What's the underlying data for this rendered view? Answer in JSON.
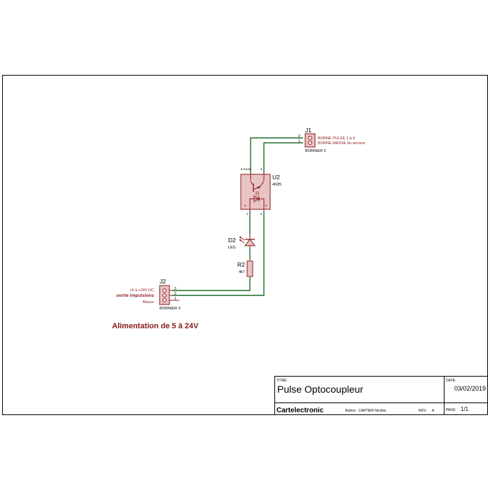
{
  "colors": {
    "frame": "#000000",
    "wire": "#1f6b2a",
    "component": "#8b1a1a",
    "component_fill": "#e8c4c4",
    "label": "#8b1a1a",
    "text": "#000000"
  },
  "j1": {
    "ref": "J1",
    "pin2": "2",
    "pin1": "1",
    "net_pin2": "BORNE PULSE 1 à 4",
    "net_pin1": "BORNE MASSE du serveur",
    "value": "BORNIER 2"
  },
  "u2": {
    "ref": "U2",
    "value": "4N35",
    "pin6": "6",
    "pin6_name": "BASE",
    "pin4": "4",
    "pin1": "1",
    "pin2": "2",
    "pin_a": "A",
    "pin_c": "K"
  },
  "d2": {
    "ref": "D2",
    "value": "LED"
  },
  "r2": {
    "ref": "R2",
    "value": "4k7"
  },
  "j2": {
    "ref": "J2",
    "value": "BORNIER 3",
    "pin3": "3",
    "pin2": "2",
    "pin1": "1",
    "net_pin3": "+5 à +24V DC",
    "net_pin2": "sortie impulsions",
    "net_pin1": "Masse"
  },
  "note": "Alimentation de 5 à 24V",
  "title_block": {
    "title_label": "TITRE:",
    "title": "Pulse Optocoupleur",
    "date_label": "DATE:",
    "date": "03/02/2019",
    "company": "Cartelectronic",
    "author_label": "Auteur:",
    "author": "CARTIER Nicolas",
    "rev_label": "REV:",
    "rev": "A",
    "page_label": "PAGE:",
    "page": "1/1"
  }
}
